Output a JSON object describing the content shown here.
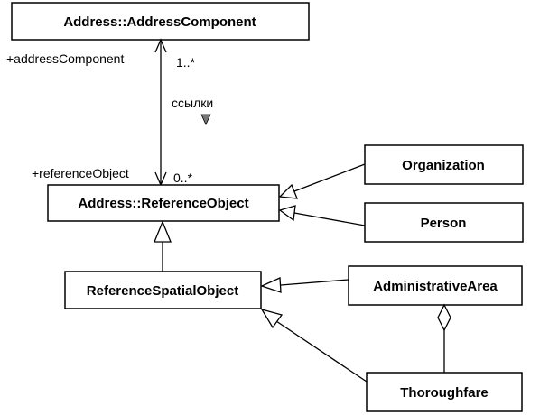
{
  "classes": {
    "address_component": "Address::AddressComponent",
    "reference_object": "Address::ReferenceObject",
    "organization": "Organization",
    "person": "Person",
    "reference_spatial_object": "ReferenceSpatialObject",
    "administrative_area": "AdministrativeArea",
    "thoroughfare": "Thoroughfare"
  },
  "association": {
    "name": "ссылки",
    "role_top": "+addressComponent",
    "mult_top": "1..*",
    "role_bottom": "+referenceObject",
    "mult_bottom": "0..*"
  }
}
